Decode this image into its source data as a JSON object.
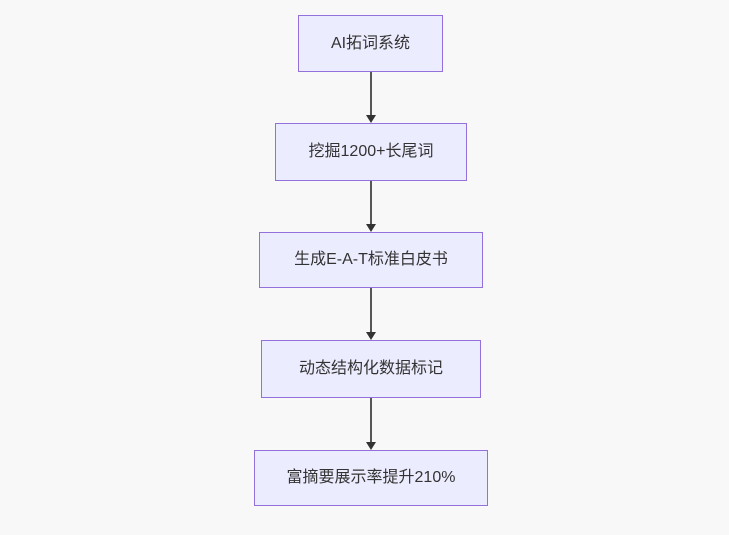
{
  "page": {
    "background": "#f8f8f8"
  },
  "diagram": {
    "type": "flowchart",
    "direction": "top-down",
    "theme": {
      "node_fill": "#ECECFF",
      "node_border": "#9370DB",
      "node_text_color": "#333333",
      "edge_stem_color": "#565656",
      "edge_arrow_color": "#333333"
    },
    "nodes": [
      {
        "label": "AI拓词系统"
      },
      {
        "label": "挖掘1200+长尾词"
      },
      {
        "label": "生成E-A-T标准白皮书"
      },
      {
        "label": "动态结构化数据标记"
      },
      {
        "label": "富摘要展示率提升210%"
      }
    ],
    "edges": [
      {
        "from": 0,
        "to": 1
      },
      {
        "from": 1,
        "to": 2
      },
      {
        "from": 2,
        "to": 3
      },
      {
        "from": 3,
        "to": 4
      }
    ]
  }
}
